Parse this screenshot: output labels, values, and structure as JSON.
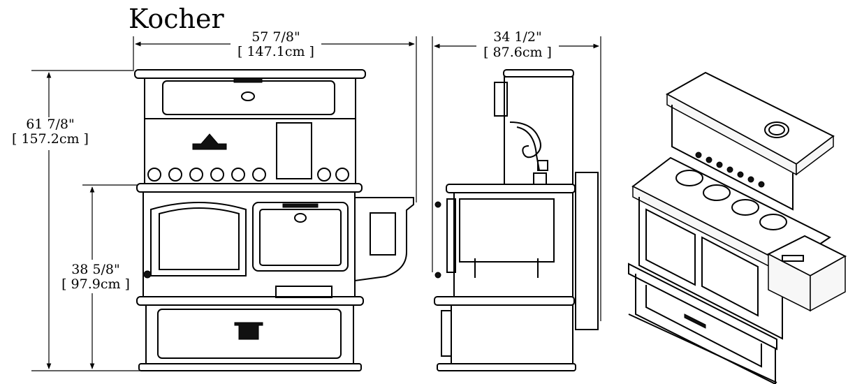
{
  "title": "Kocher",
  "dimensions": {
    "width_in": "57 7/8\"",
    "width_cm": "[ 147.1cm ]",
    "depth_in": "34 1/2\"",
    "depth_cm": "[ 87.6cm ]",
    "height_in": "61 7/8\"",
    "height_cm": "[ 157.2cm ]",
    "cook_height_in": "38 5/8\"",
    "cook_height_cm": "[ 97.9cm ]"
  },
  "views": [
    "front-view",
    "side-view",
    "isometric-view"
  ]
}
